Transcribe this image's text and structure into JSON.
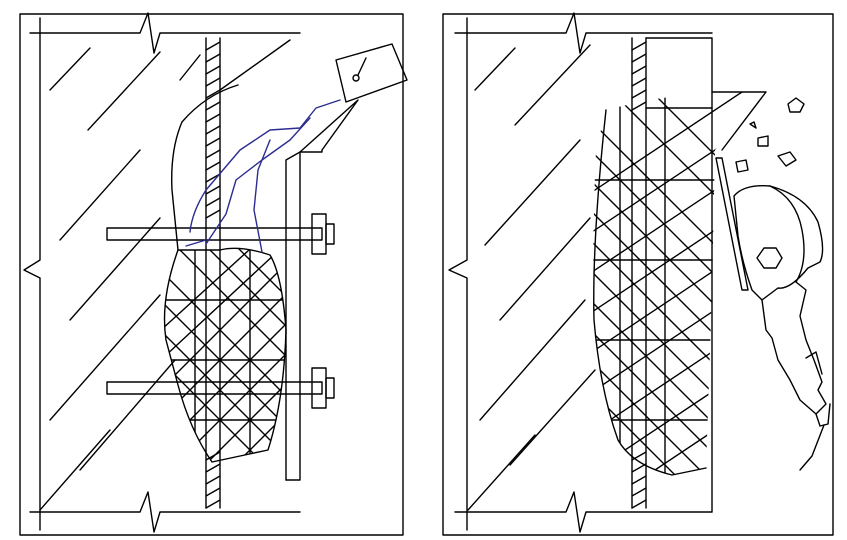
{
  "colors": {
    "line": "#000000",
    "crack": "#2b2d8f",
    "background": "#ffffff"
  },
  "panels": [
    {
      "id": "left",
      "elements": [
        "frame",
        "break-lines",
        "rebar",
        "repair-mortar-hatch",
        "anchor-bolt-upper",
        "anchor-bolt-lower",
        "formwork-plate",
        "pour-funnel",
        "crack-lines"
      ]
    },
    {
      "id": "right",
      "elements": [
        "frame",
        "break-lines",
        "rebar",
        "repair-mortar-hatch",
        "excess-concrete-chip",
        "debris",
        "angle-grinder"
      ]
    }
  ]
}
